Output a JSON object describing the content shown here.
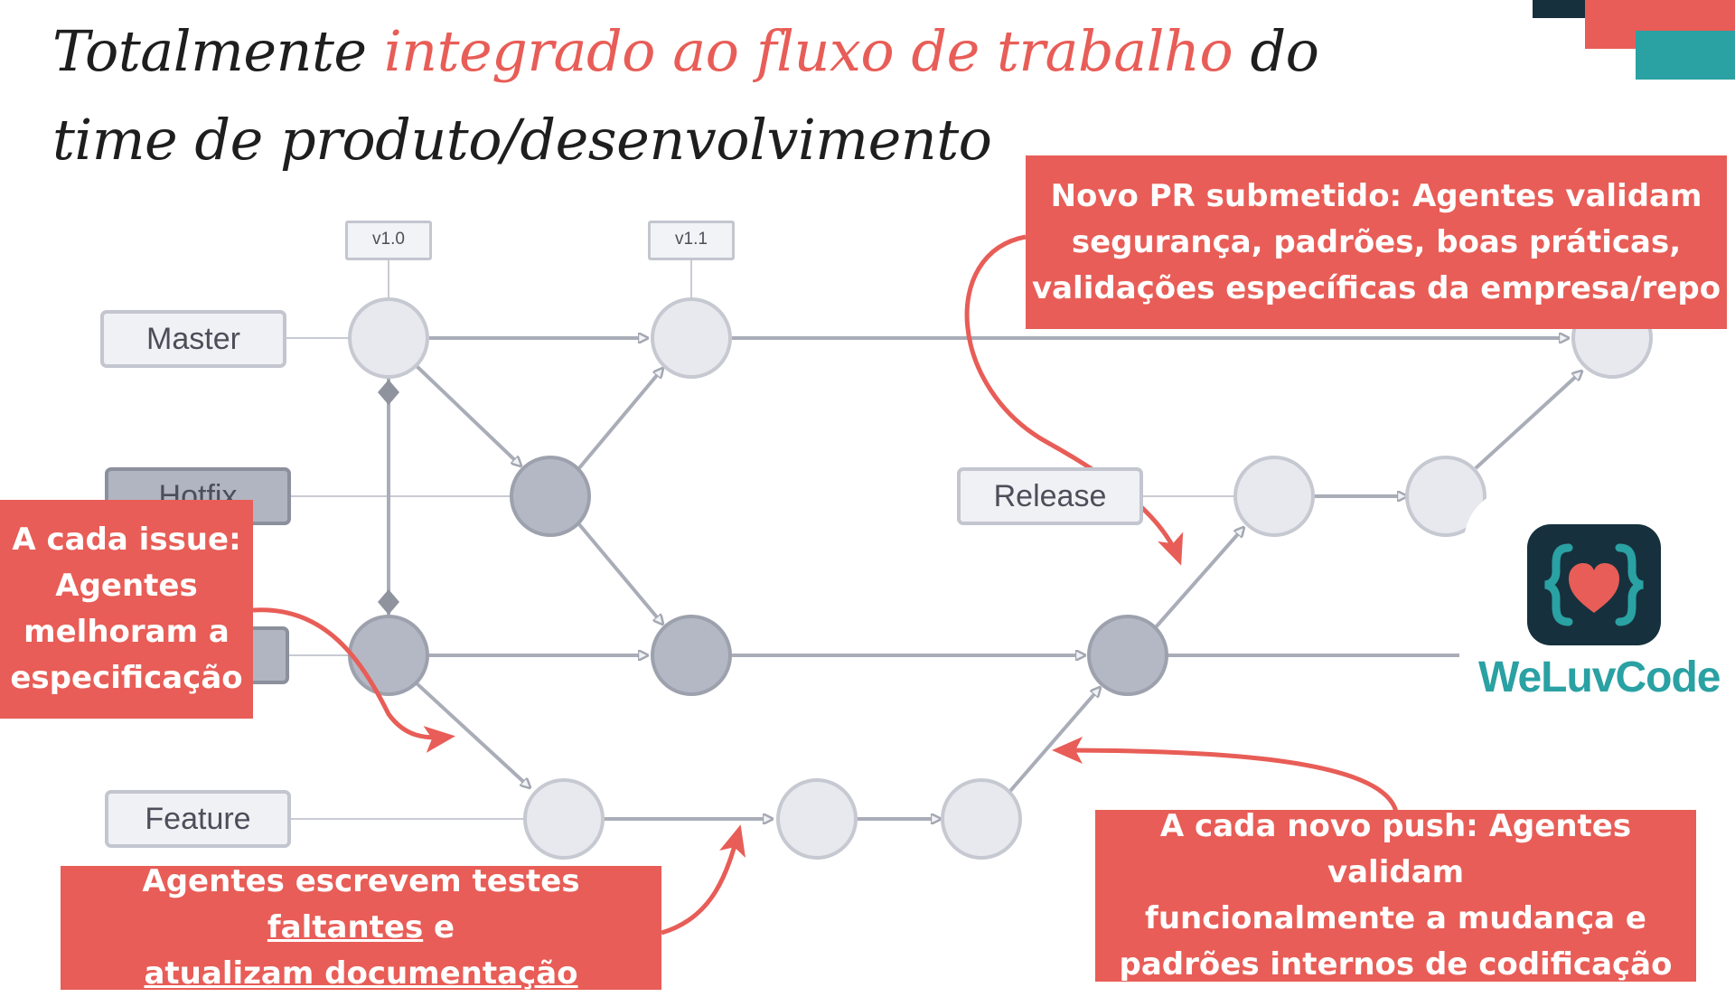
{
  "title": {
    "line1_before": "Totalmente ",
    "line1_highlight": "integrado ao fluxo de trabalho",
    "line1_after": " do",
    "line2": "time de produto/desenvolvimento"
  },
  "branches": {
    "master": "Master",
    "hotfix": "Hotfix",
    "release": "Release",
    "feature": "Feature"
  },
  "tags": {
    "v10": "v1.0",
    "v11": "v1.1"
  },
  "callouts": {
    "pr": {
      "line1": "Novo PR submetido: Agentes validam",
      "line2": "segurança, padrões, boas práticas,",
      "line3": "validações específicas da empresa/repo"
    },
    "issue": {
      "line1": "A cada issue:",
      "line2": "Agentes",
      "line3": "melhoram a",
      "line4": "especificação"
    },
    "tests": {
      "line1_a": "Agentes escrevem testes ",
      "line1_u": "faltantes",
      "line1_b": " e",
      "line2_u": "atualizam documentação"
    },
    "push": {
      "line1": "A cada novo push: Agentes validam",
      "line2": "funcionalmente a mudança e",
      "line3": "padrões internos de codificação"
    }
  },
  "logo": {
    "name": "WeLuvCode",
    "icon": "heart-braces-icon"
  },
  "colors": {
    "accent": "#e85d57",
    "teal": "#2aa1a3",
    "navy": "#16313d",
    "node_light": "#e8e9ee",
    "node_dark": "#b4b8c4"
  }
}
